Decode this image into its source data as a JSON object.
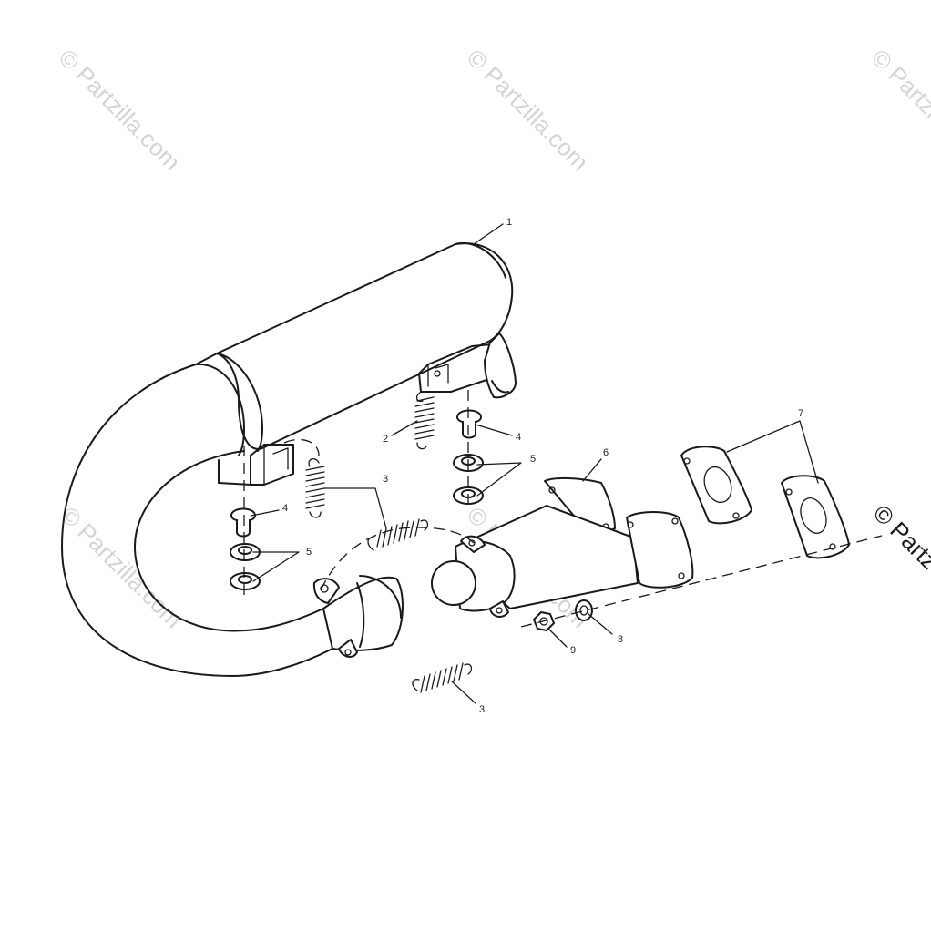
{
  "watermark": "© Partzilla.com",
  "edge_watermark": "© Partz",
  "callouts": {
    "muffler": "1",
    "spring_upper": "2",
    "spring_left": "3",
    "spring_lower": "3",
    "grommet_right": "4",
    "grommet_left": "4",
    "washers_right": "5",
    "washers_left": "5",
    "manifold": "6",
    "gaskets": "7",
    "washer_nut": "8",
    "nut": "9"
  }
}
